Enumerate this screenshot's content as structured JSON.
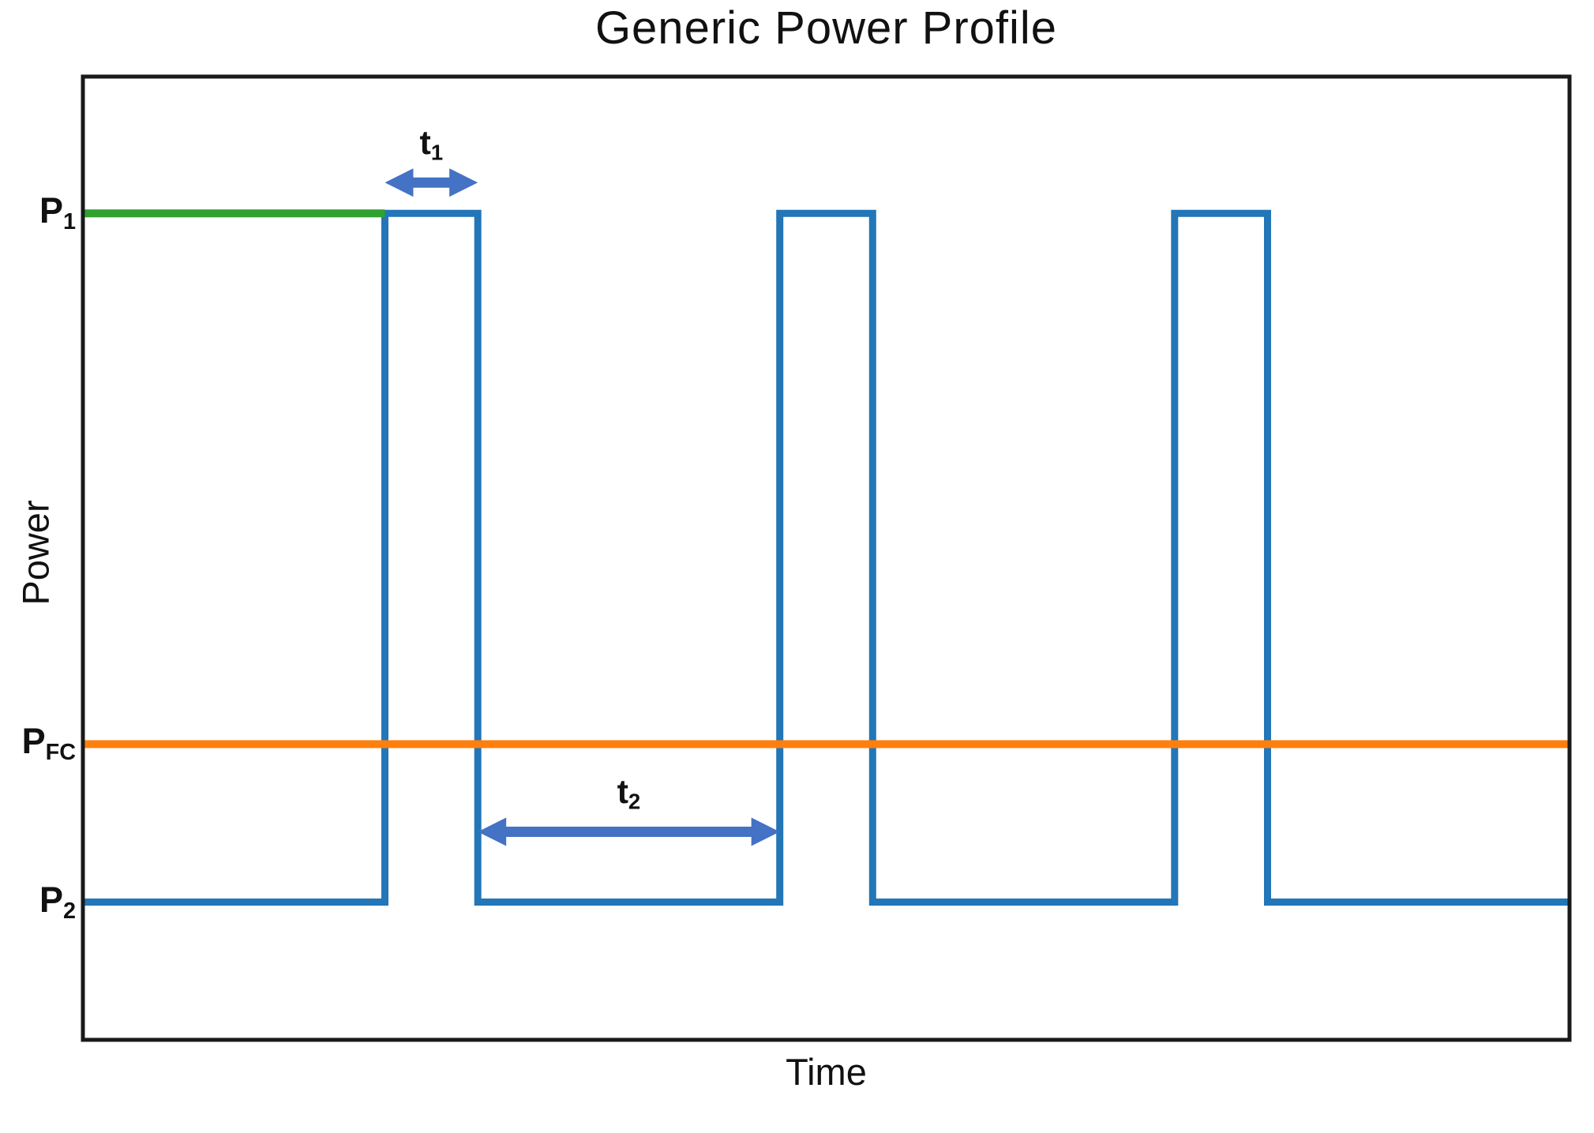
{
  "chart_data": {
    "type": "line",
    "title": "Generic Power Profile",
    "xlabel": "Time",
    "ylabel": "Power",
    "xlim": [
      0,
      16
    ],
    "ylim": [
      0,
      1
    ],
    "grid": false,
    "legend": "none",
    "axis_color": "#1a1a1a",
    "y_ticks": [
      {
        "id": "p1",
        "label_main": "P",
        "label_sub": "1",
        "value": 0.858
      },
      {
        "id": "pfc",
        "label_main": "P",
        "label_sub": "FC",
        "value": 0.307
      },
      {
        "id": "p2",
        "label_main": "P",
        "label_sub": "2",
        "value": 0.143
      }
    ],
    "series": [
      {
        "id": "power-profile",
        "name": "square-wave power profile",
        "type": "square-wave",
        "color": "#2376b7",
        "line_width": 9,
        "base_level": 0.143,
        "peak_level": 0.858,
        "pulses_x": [
          [
            3.25,
            4.25
          ],
          [
            7.5,
            8.5
          ],
          [
            11.75,
            12.75
          ]
        ]
      },
      {
        "id": "p1-reference",
        "name": "P1 reference segment",
        "type": "hline-segment",
        "color": "#31a130",
        "line_width": 10,
        "y": 0.858,
        "x": [
          0,
          3.25
        ]
      },
      {
        "id": "pfc-reference",
        "name": "PFC reference line",
        "type": "hline-segment",
        "color": "#ff7f0e",
        "line_width": 10,
        "y": 0.307,
        "x": [
          0,
          16
        ]
      }
    ],
    "annotations": [
      {
        "id": "t1",
        "label_main": "t",
        "label_sub": "1",
        "arrow_style": "double-headed",
        "arrow_color": "#4472c4",
        "arrow_x": [
          3.25,
          4.25
        ],
        "arrow_y": 0.89
      },
      {
        "id": "t2",
        "label_main": "t",
        "label_sub": "2",
        "arrow_style": "double-headed",
        "arrow_color": "#4472c4",
        "arrow_x": [
          4.25,
          7.5
        ],
        "arrow_y": 0.216
      }
    ]
  }
}
